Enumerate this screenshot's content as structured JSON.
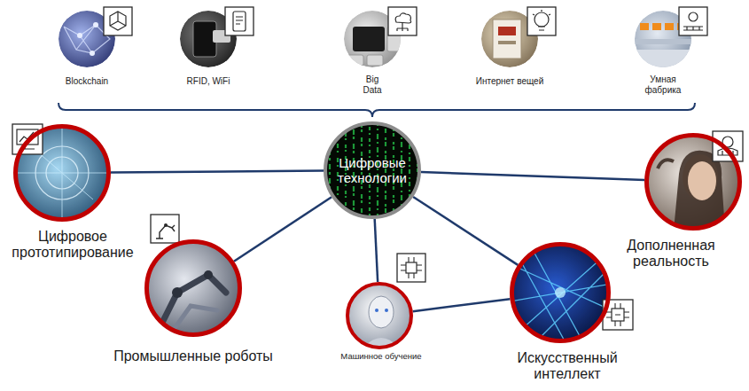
{
  "diagram": {
    "nodes": [
      {
        "text": [
          "Blockchain"
        ]
      },
      {
        "text": [
          "RFID, WiFi"
        ]
      },
      {
        "text": [
          "Big Data"
        ]
      },
      {
        "text": [
          "Интернет вещей"
        ]
      },
      {
        "text": [
          "Умная фабрика"
        ]
      },
      {
        "text": [
          "Цифровые технологии"
        ]
      },
      {
        "text": [
          "Цифровое прототипирование"
        ]
      },
      {
        "text": [
          "Дополненная реальность"
        ]
      },
      {
        "text": [
          "Промышленные роботы"
        ]
      },
      {
        "text": [
          "Машинное обучение"
        ]
      },
      {
        "text": [
          "Искусственный интеллект"
        ]
      }
    ],
    "edges": [
      {
        "from": 5,
        "to": 6,
        "arrow": "none"
      },
      {
        "from": 5,
        "to": 7,
        "arrow": "none"
      },
      {
        "from": 5,
        "to": 8,
        "arrow": "none"
      },
      {
        "from": 5,
        "to": 9,
        "arrow": "none"
      },
      {
        "from": 5,
        "to": 10,
        "arrow": "none"
      },
      {
        "from": 9,
        "to": 10,
        "arrow": "none"
      }
    ]
  }
}
